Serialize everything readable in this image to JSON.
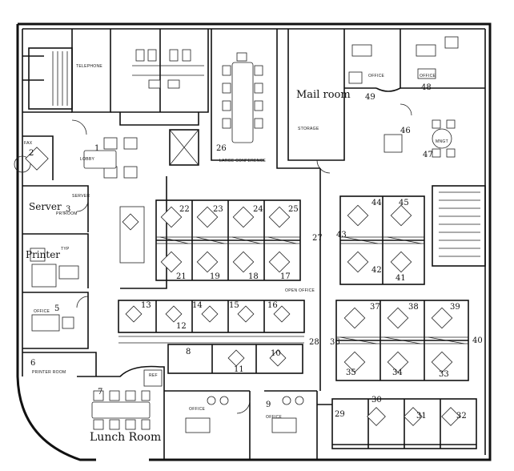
{
  "rooms": {
    "telephone": "TELEPHONE",
    "lobby": "LOBBY",
    "mail_room": "Mail room",
    "storage": "STORAGE",
    "large_conference": "LARGE CONFERENCE",
    "office_1": "OFFICE",
    "office_2": "OFFICE",
    "office_3": "OFFICE",
    "office_4": "OFFICE",
    "office_5": "OFFICE",
    "server": "Server",
    "server_label": "SERVER",
    "server_room": "ROOM",
    "printer": "Printer",
    "printer_room": "PRINTER ROOM",
    "typ": "TYP",
    "open_office": "OPEN OFFICE",
    "lunch_room": "Lunch Room",
    "ref": "REF",
    "prt": "PRT",
    "mngt": "MNGT",
    "fax": "FAX"
  },
  "numbers": {
    "n1": "1",
    "n2": "2",
    "n3": "3",
    "n5": "5",
    "n6": "6",
    "n7": "7",
    "n8": "8",
    "n9": "9",
    "n10": "10",
    "n11": "11",
    "n12": "12",
    "n13": "13",
    "n14": "14",
    "n15": "15",
    "n16": "16",
    "n17": "17",
    "n18": "18",
    "n19": "19",
    "n21": "21",
    "n22": "22",
    "n23": "23",
    "n24": "24",
    "n25": "25",
    "n26": "26",
    "n27": "27",
    "n28": "28",
    "n29": "29",
    "n30": "30",
    "n31": "31",
    "n32": "32",
    "n33": "33",
    "n34": "34",
    "n35": "35",
    "n36": "36",
    "n37": "37",
    "n38": "38",
    "n39": "39",
    "n40": "40",
    "n41": "41",
    "n42": "42",
    "n43": "43",
    "n44": "44",
    "n45": "45",
    "n46": "46",
    "n47": "47",
    "n48": "48",
    "n49": "49"
  }
}
